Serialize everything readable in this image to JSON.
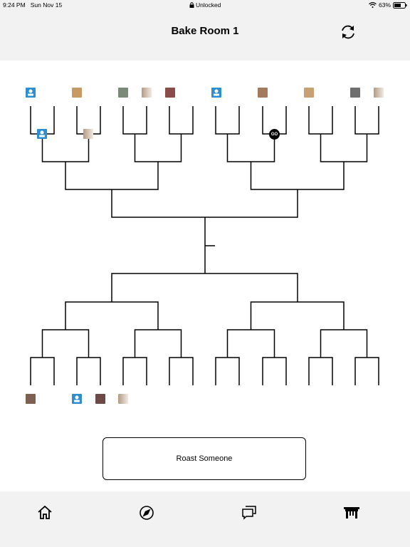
{
  "status_bar": {
    "time": "9:24 PM",
    "date": "Sun Nov 15",
    "lock_status": "Unlocked",
    "battery": "63%"
  },
  "header": {
    "title": "Bake Room 1"
  },
  "go_label": "GO",
  "roast_button": {
    "label": "Roast Someone"
  },
  "tabs": [
    {
      "icon": "home-icon"
    },
    {
      "icon": "compass-icon"
    },
    {
      "icon": "chat-icon"
    },
    {
      "icon": "table-icon"
    }
  ],
  "colors": {
    "background": "#ffffff",
    "bars": "#f2f2f2",
    "user_avatar": "#2e8fd0",
    "lines": "#000000"
  }
}
